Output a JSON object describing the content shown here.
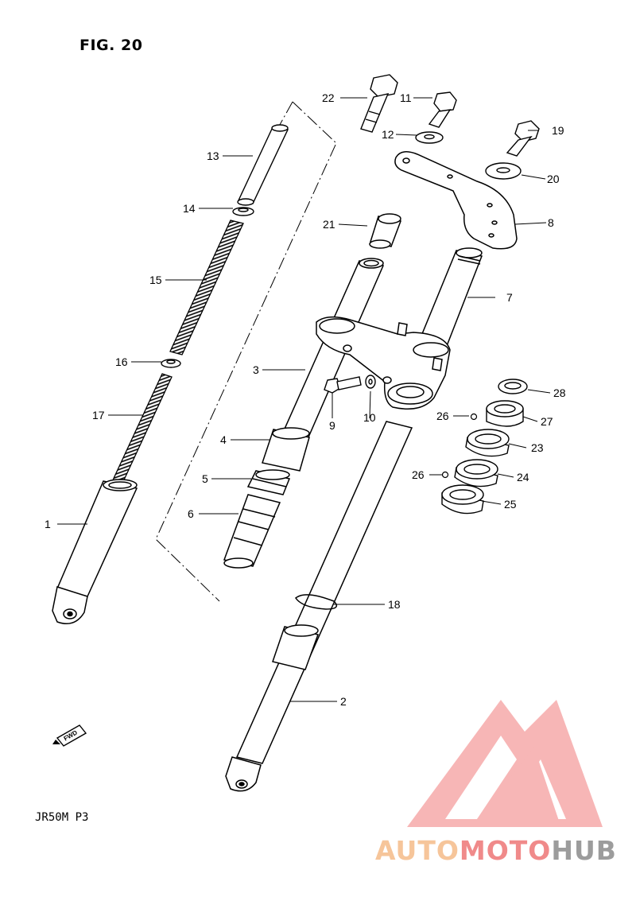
{
  "figure": {
    "title": "FIG. 20",
    "model_code": "JR50M P3",
    "fwd_label": "FWD"
  },
  "callouts": {
    "c1": "1",
    "c2": "2",
    "c3": "3",
    "c4": "4",
    "c5": "5",
    "c6": "6",
    "c7": "7",
    "c8": "8",
    "c9": "9",
    "c10": "10",
    "c11": "11",
    "c12": "12",
    "c13": "13",
    "c14": "14",
    "c15": "15",
    "c16": "16",
    "c17": "17",
    "c18": "18",
    "c19": "19",
    "c20": "20",
    "c21": "21",
    "c22": "22",
    "c23": "23",
    "c24": "24",
    "c25": "25",
    "c26a": "26",
    "c26b": "26",
    "c27": "27",
    "c28": "28"
  },
  "watermark": {
    "part1": "AUTO",
    "part2": "MOTO",
    "part3": "HUB",
    "colors": {
      "part1": "#f6c59a",
      "part2": "#f08a8a",
      "part3": "#9c9c9c",
      "logo": "#f4a2a2"
    }
  }
}
